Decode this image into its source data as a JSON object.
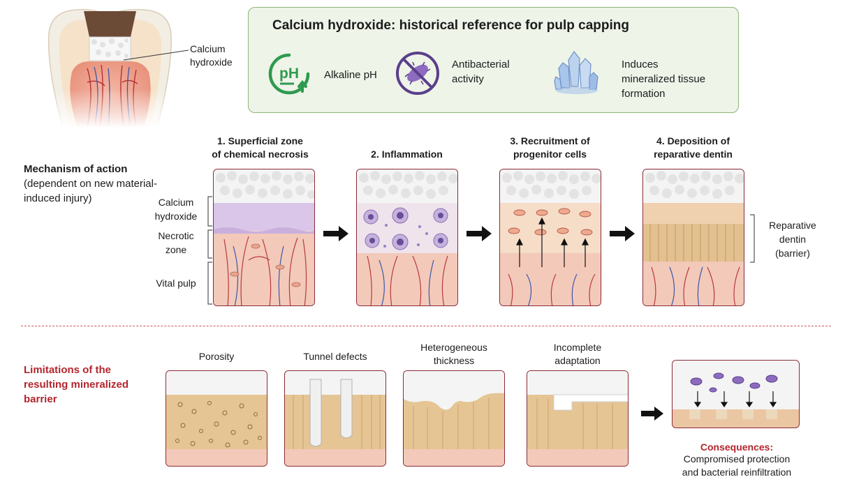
{
  "tooth": {
    "label": "Calcium\nhydroxide"
  },
  "reference": {
    "title": "Calcium hydroxide: historical reference for pulp capping",
    "properties": [
      {
        "icon": "ph-alkaline-icon",
        "label": "Alkaline pH"
      },
      {
        "icon": "antibacterial-icon",
        "label": "Antibacterial\nactivity"
      },
      {
        "icon": "crystal-icon",
        "label": "Induces\nmineralized tissue\nformation"
      }
    ]
  },
  "mechanism": {
    "heading_bold": "Mechanism of action",
    "heading_rest": "(dependent on new material-induced injury)",
    "layer_labels": [
      "Calcium\nhydroxide",
      "Necrotic\nzone",
      "Vital pulp"
    ],
    "steps": [
      {
        "title": "1. Superficial zone\nof chemical necrosis"
      },
      {
        "title": "2. Inflammation"
      },
      {
        "title": "3. Recruitment of\nprogenitor cells"
      },
      {
        "title": "4. Deposition of\nreparative dentin"
      }
    ],
    "result_label": "Reparative\ndentin\n(barrier)"
  },
  "limitations": {
    "heading": "Limitations of the\nresulting mineralized\nbarrier",
    "items": [
      {
        "label": "Porosity"
      },
      {
        "label": "Tunnel defects"
      },
      {
        "label": "Heterogeneous\nthickness"
      },
      {
        "label": "Incomplete\nadaptation"
      }
    ],
    "consequences_title": "Consequences:",
    "consequences_text": "Compromised protection\nand bacterial reinfiltration"
  },
  "colors": {
    "accent_red": "#b3262d",
    "panel_border": "#8b2a36",
    "reference_border": "#8fb47a",
    "ph_green": "#2e9a4e",
    "bacteria_purple": "#6a4a9a",
    "crystal_blue": "#8fb3e0"
  }
}
